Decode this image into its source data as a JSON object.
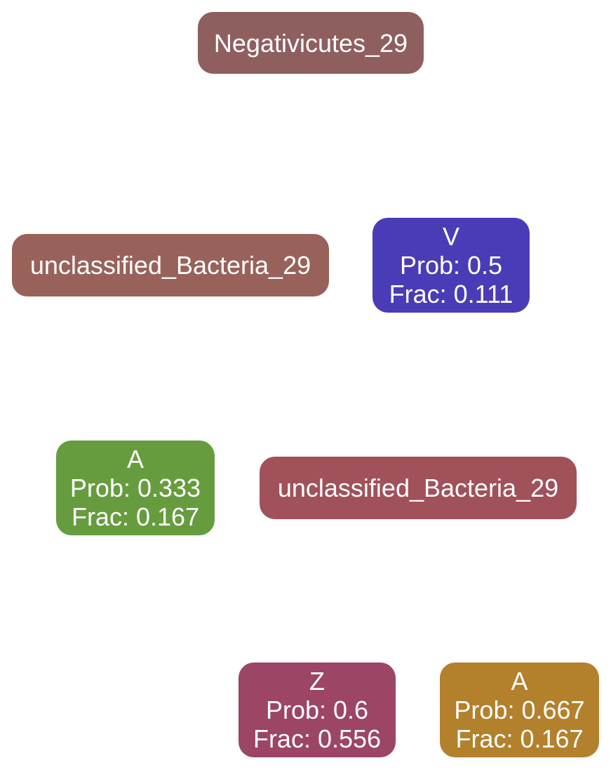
{
  "nodes": {
    "root": {
      "label": "Negativicutes_29",
      "color": "#8f5f5f"
    },
    "uncl_a": {
      "label": "unclassified_Bacteria_29",
      "color": "#98625a"
    },
    "v": {
      "label": "V",
      "prob": "Prob: 0.5",
      "frac": "Frac: 0.111",
      "color": "#4a3cb6"
    },
    "a1": {
      "label": "A",
      "prob": "Prob: 0.333",
      "frac": "Frac: 0.167",
      "color": "#669c3e"
    },
    "uncl_b": {
      "label": "unclassified_Bacteria_29",
      "color": "#a05159"
    },
    "z": {
      "label": "Z",
      "prob": "Prob: 0.6",
      "frac": "Frac: 0.556",
      "color": "#9c4566"
    },
    "a2": {
      "label": "A",
      "prob": "Prob: 0.667",
      "frac": "Frac: 0.167",
      "color": "#b3802c"
    }
  }
}
